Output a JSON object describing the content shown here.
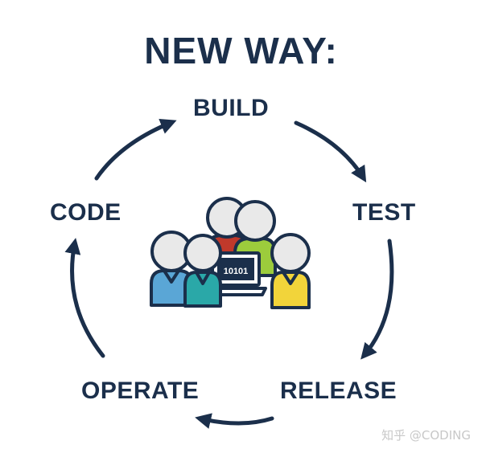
{
  "title": "NEW WAY:",
  "cycle": {
    "stages": [
      "BUILD",
      "TEST",
      "RELEASE",
      "OPERATE",
      "CODE"
    ],
    "arrow_color": "#1b2f4b"
  },
  "center_illustration": {
    "laptop_text": "10101",
    "person_colors": [
      "#5aa6d6",
      "#2aa8a8",
      "#c0392b",
      "#9ccc3c",
      "#f2d43a"
    ],
    "head_color": "#e9e9e9",
    "outline_color": "#1b2f4b"
  },
  "watermark": "知乎 @CODING"
}
